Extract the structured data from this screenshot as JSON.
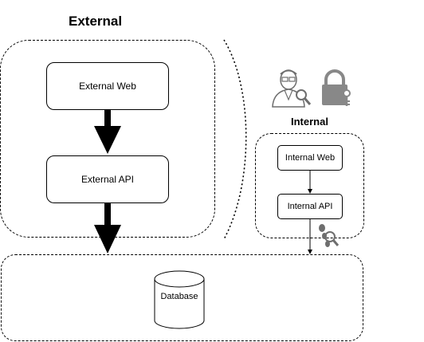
{
  "external": {
    "title": "External",
    "web_label": "External Web",
    "api_label": "External API"
  },
  "internal": {
    "title": "Internal",
    "web_label": "Internal Web",
    "api_label": "Internal API"
  },
  "data_store": {
    "label": "Database"
  },
  "icons": {
    "analyst": "inspector-with-magnifier-icon",
    "lock": "padlock-key-icon",
    "tracker": "footprints-magnifier-icon"
  },
  "colors": {
    "line": "#000000",
    "lock": "#888888",
    "icon_gray": "#6e6e6e"
  }
}
